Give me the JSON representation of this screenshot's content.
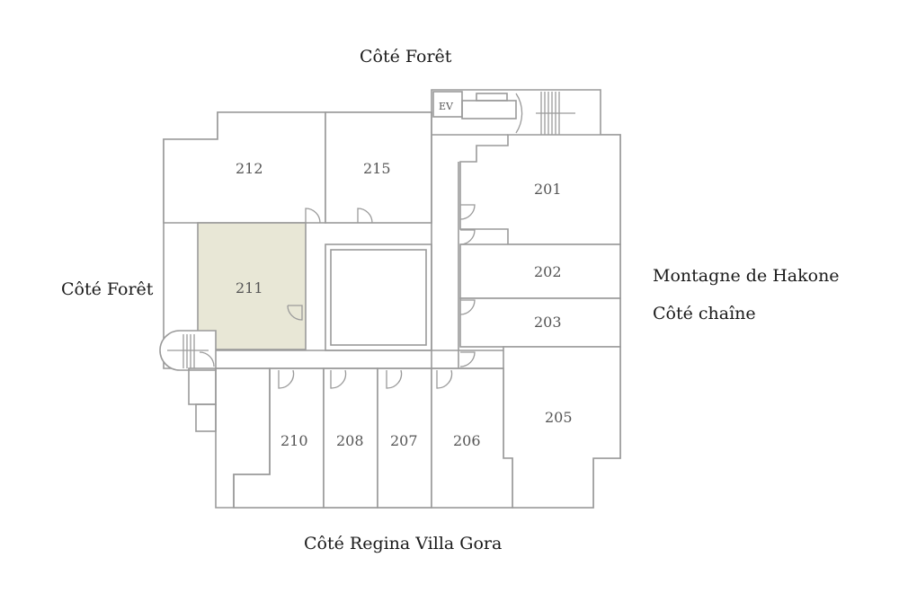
{
  "labels": {
    "top": "Côté Forêt",
    "left": "Côté Forêt",
    "right_line1": "Montagne de Hakone",
    "right_line2": "Côté chaîne",
    "bottom": "Côté Regina Villa Gora"
  },
  "elevator": "EV",
  "rooms": {
    "r212": "212",
    "r215": "215",
    "r211": "211",
    "r201": "201",
    "r202": "202",
    "r203": "203",
    "r205": "205",
    "r206": "206",
    "r207": "207",
    "r208": "208",
    "r210": "210"
  },
  "highlighted_room": "211",
  "colors": {
    "highlight": "#e8e7d6",
    "walls": "#9a9a9a"
  }
}
